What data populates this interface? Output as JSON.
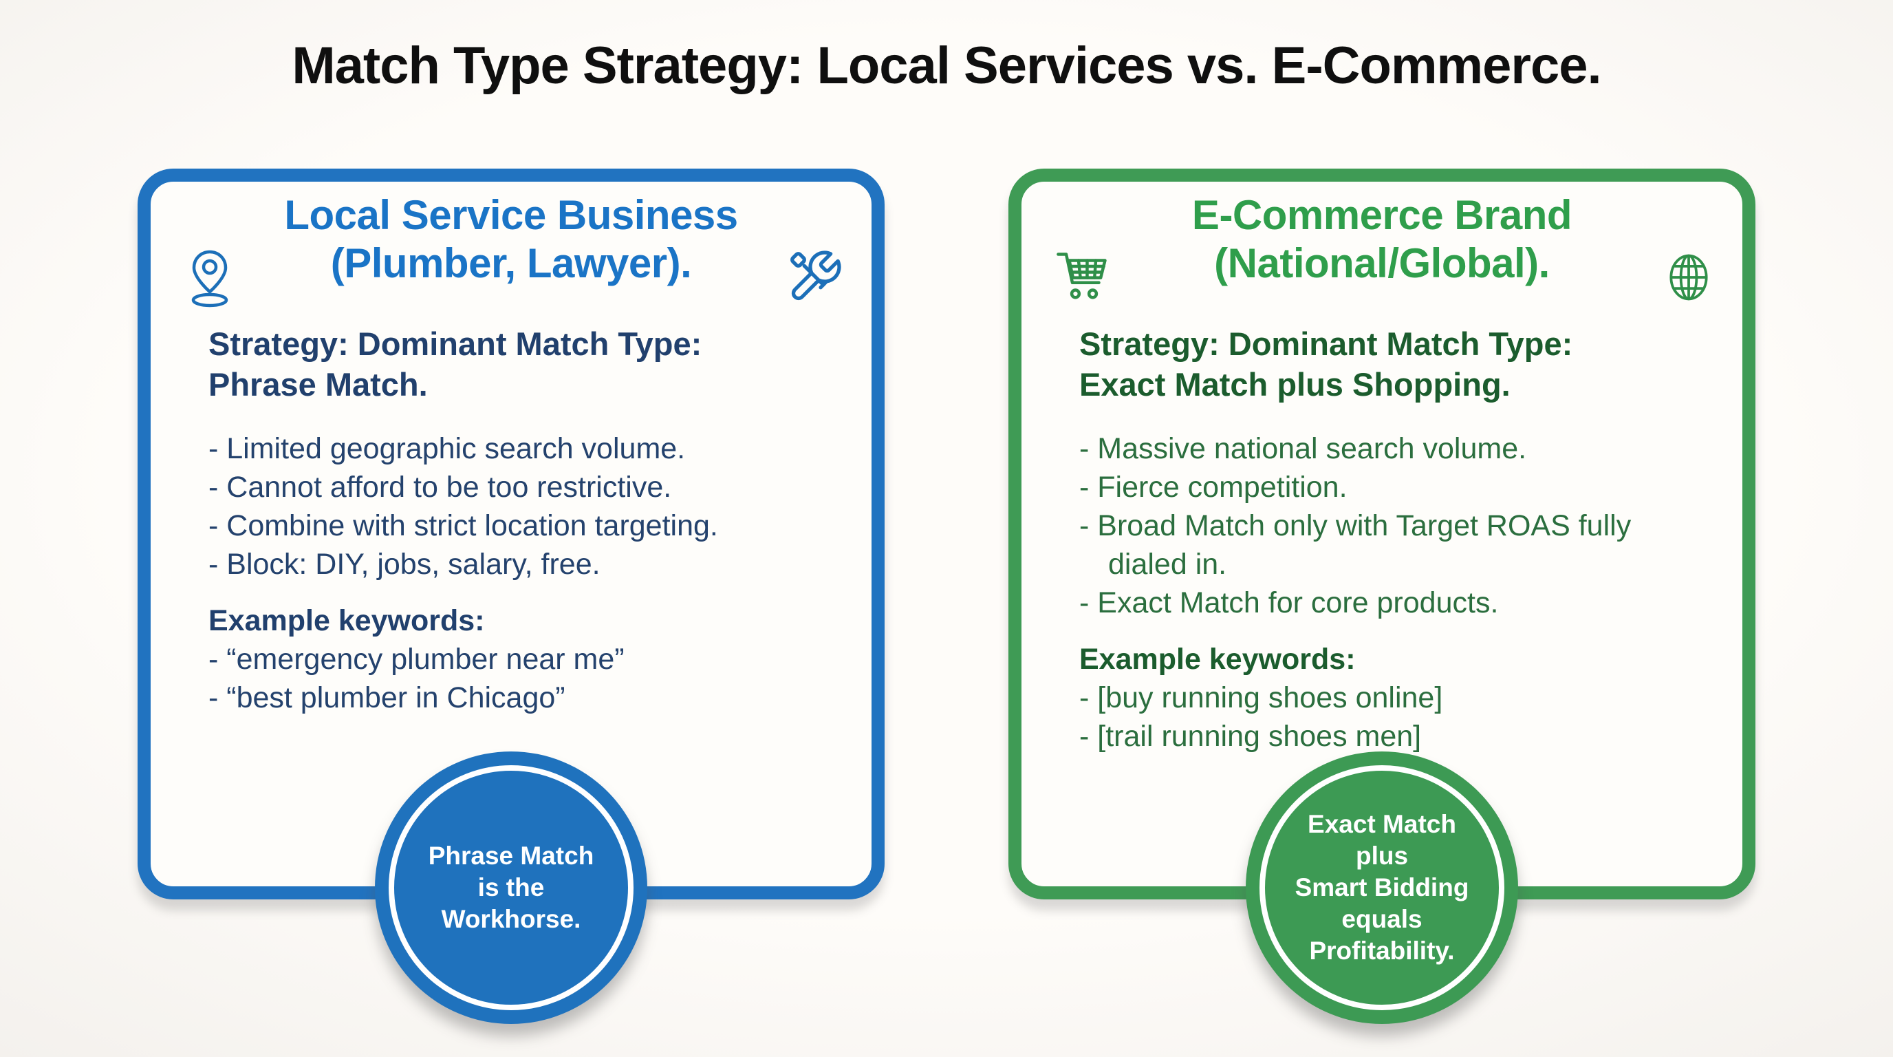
{
  "title": "Match Type Strategy: Local Services vs. E-Commerce.",
  "colors": {
    "background": "#faf8f5",
    "title_color": "#0f0f0f",
    "blue_border": "#2173c0",
    "blue_heading": "#1a74c6",
    "blue_body_text": "#24426d",
    "blue_badge": "#1f72bd",
    "green_border": "#3f9b55",
    "green_heading": "#2f9e4b",
    "green_body_text": "#2b6e3e",
    "green_dark_text": "#1b5c2d",
    "green_badge": "#3d9a54",
    "badge_text_color": "#ffffff"
  },
  "cards": {
    "local": {
      "title_line1": "Local Service Business",
      "title_line2": "(Plumber, Lawyer).",
      "left_icon": "location-pin-icon",
      "right_icon": "crossed-tools-icon",
      "strategy_line1": "Strategy: Dominant Match Type:",
      "strategy_line2": "Phrase Match.",
      "bullets": [
        "- Limited geographic search volume.",
        "- Cannot afford to be too restrictive.",
        "- Combine with strict location targeting.",
        "- Block: DIY, jobs, salary, free."
      ],
      "keywords_heading": "Example keywords:",
      "keywords": [
        "- “emergency plumber near me”",
        "- “best plumber in Chicago”"
      ],
      "badge_lines": [
        "Phrase Match",
        "is the",
        "Workhorse."
      ]
    },
    "ecommerce": {
      "title_line1": "E-Commerce Brand",
      "title_line2": "(National/Global).",
      "left_icon": "shopping-cart-icon",
      "right_icon": "globe-icon",
      "strategy_line1": "Strategy: Dominant Match Type:",
      "strategy_line2": "Exact Match plus Shopping.",
      "bullets": [
        "- Massive national search volume.",
        "- Fierce competition.",
        "- Broad Match only with Target ROAS fully dialed in.",
        "- Exact Match for core products."
      ],
      "keywords_heading": "Example keywords:",
      "keywords": [
        "- [buy running shoes online]",
        "- [trail running shoes men]"
      ],
      "badge_lines": [
        "Exact Match",
        "plus",
        "Smart Bidding",
        "equals",
        "Profitability."
      ]
    }
  }
}
